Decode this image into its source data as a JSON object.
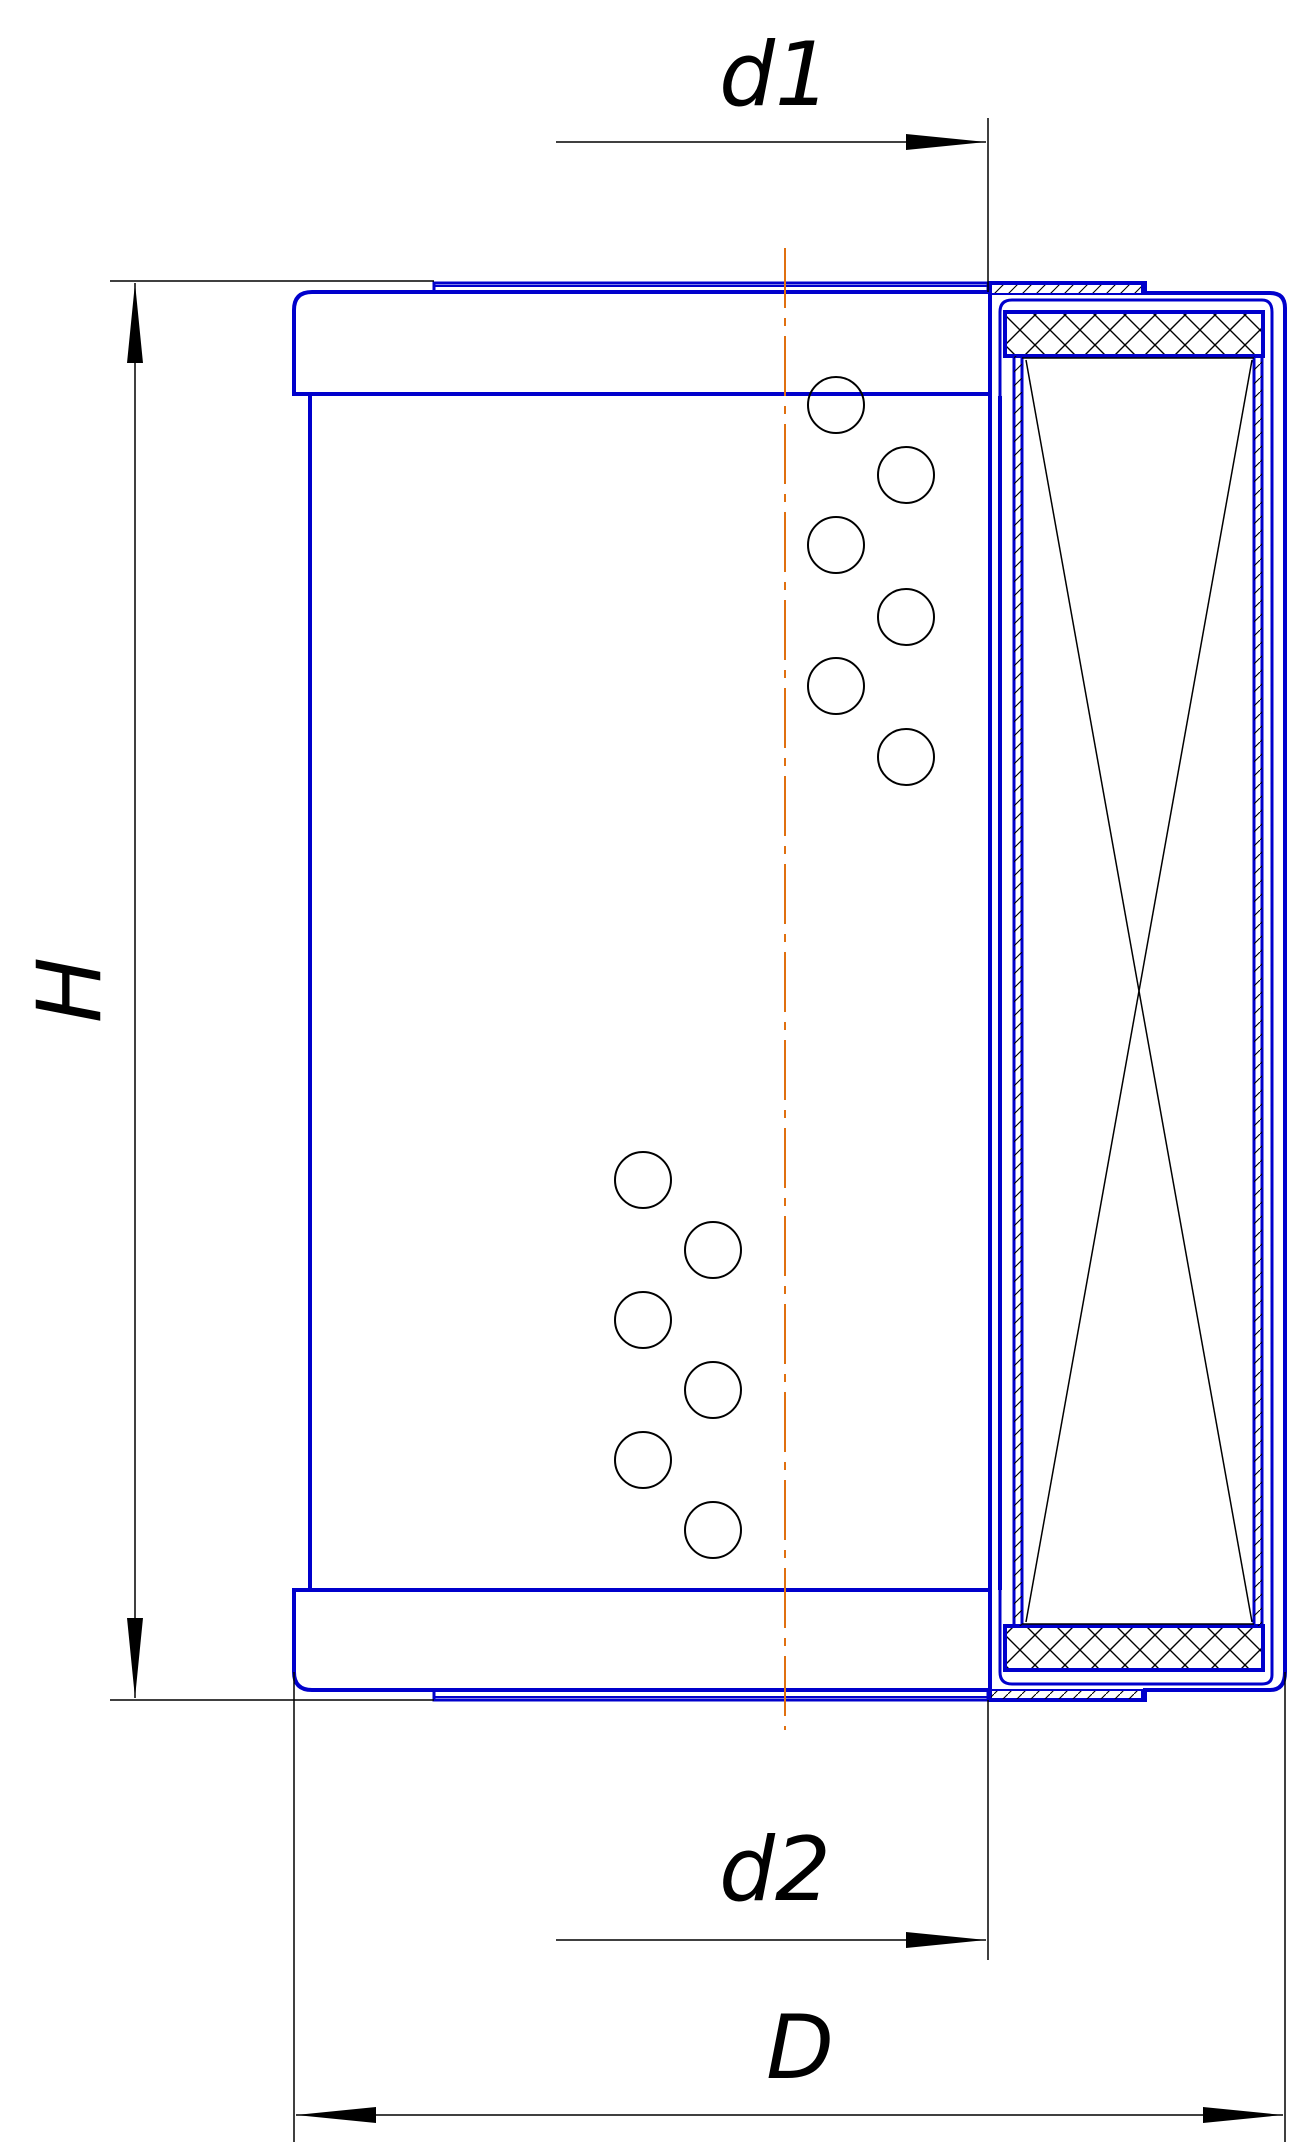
{
  "labels": {
    "d1": "d1",
    "d2": "d2",
    "H": "H",
    "D": "D"
  },
  "colors": {
    "outline": "#0000cc",
    "dimension": "#000000",
    "centerline": "#e07010"
  }
}
